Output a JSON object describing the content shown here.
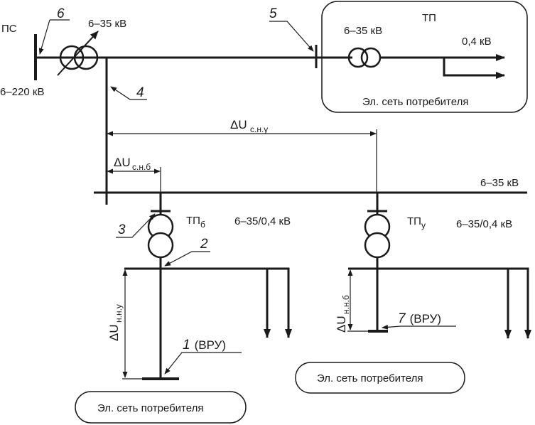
{
  "labels": {
    "ps": "ПС",
    "ps_voltage": "6–220 кВ",
    "transformer_voltage": "6–35 кВ",
    "tp_title": "ТП",
    "tp_voltage": "6–35 кВ",
    "tp_out_voltage": "0,4 кВ",
    "consumer_net": "Эл. сеть потребителя",
    "bus_voltage": "6–35 кВ",
    "tpb_main": "ТП",
    "tpb_sub": "б",
    "tpb_ratio": "6–35/0,4 кВ",
    "tpy_main": "ТП",
    "tpy_sub": "у",
    "tpy_ratio": "6–35/0,4 кВ",
    "consumer_net_left": "Эл. сеть потребителя",
    "consumer_net_right": "Эл. сеть потребителя"
  },
  "dimensions": {
    "du_sym": "ΔU",
    "du_sny_sub": "с.н.у",
    "du_snb_sub": "с.н.б",
    "du_nny_sub": "н.н.у",
    "du_nnb_sub": "н.н.б"
  },
  "callouts": {
    "c1_num": "1",
    "c1_text": "(ВРУ)",
    "c2": "2",
    "c3": "3",
    "c4": "4",
    "c5": "5",
    "c6": "6",
    "c7_num": "7",
    "c7_text": "(ВРУ)"
  },
  "colors": {
    "line": "#1a1a1a",
    "background": "#ffffff"
  }
}
